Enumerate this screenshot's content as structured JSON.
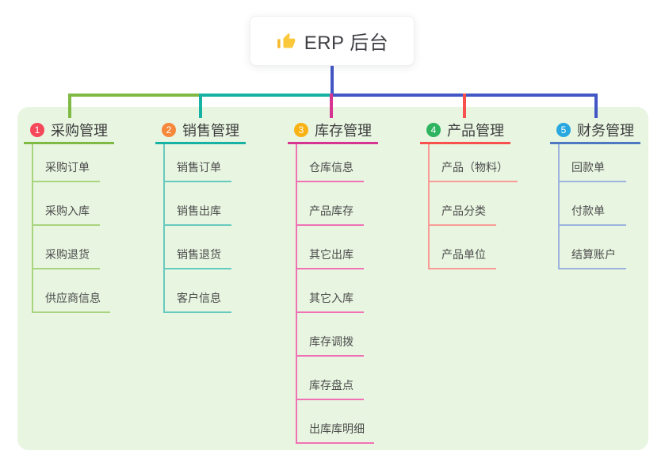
{
  "root": {
    "icon": "thumbs-up-icon",
    "title": "ERP 后台"
  },
  "canvas": {
    "background": "#ffffff",
    "panel_color": "#e8f5e1",
    "trunk_color": "#4356c5"
  },
  "branches": [
    {
      "num": "1",
      "title": "采购管理",
      "badge_color": "#f5495b",
      "line_color": "#7fbb44",
      "child_line_color": "#a9d47f",
      "children": [
        "采购订单",
        "采购入库",
        "采购退货",
        "供应商信息"
      ]
    },
    {
      "num": "2",
      "title": "销售管理",
      "badge_color": "#f6883c",
      "line_color": "#16b2a4",
      "child_line_color": "#66cabe",
      "children": [
        "销售订单",
        "销售出库",
        "销售退货",
        "客户信息"
      ]
    },
    {
      "num": "3",
      "title": "库存管理",
      "badge_color": "#f9b214",
      "line_color": "#d63691",
      "child_line_color": "#f072b5",
      "children": [
        "仓库信息",
        "产品库存",
        "其它出库",
        "其它入库",
        "库存调拨",
        "库存盘点",
        "出库库明细"
      ]
    },
    {
      "num": "4",
      "title": "产品管理",
      "badge_color": "#2eb45f",
      "line_color": "#f8504f",
      "child_line_color": "#f99c96",
      "children": [
        "产品（物料）",
        "产品分类",
        "产品单位"
      ]
    },
    {
      "num": "5",
      "title": "财务管理",
      "badge_color": "#29a8e0",
      "line_color": "#4e78c2",
      "child_line_color": "#9cb3de",
      "children": [
        "回款单",
        "付款单",
        "结算账户"
      ]
    }
  ]
}
